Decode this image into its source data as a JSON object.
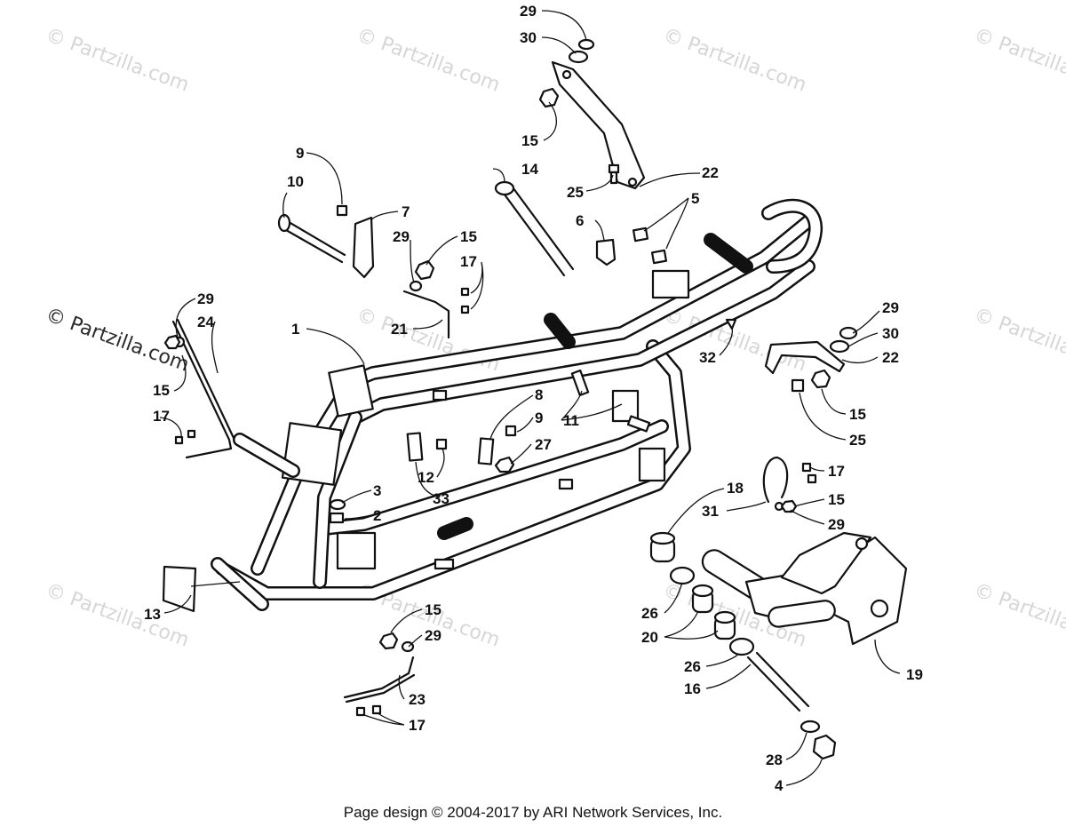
{
  "watermarks": [
    "© Partzilla.com"
  ],
  "primary_watermark": "© Partzilla.com",
  "footer": "Page design © 2004-2017 by ARI Network Services, Inc.",
  "callouts": {
    "c29a": "29",
    "c30a": "30",
    "c15a": "15",
    "c22a": "22",
    "c25a": "25",
    "c14": "14",
    "c9a": "9",
    "c10": "10",
    "c7": "7",
    "c6": "6",
    "c5": "5",
    "c29b": "29",
    "c15b": "15",
    "c17a": "17",
    "c21": "21",
    "c29c": "29",
    "c24": "24",
    "c15c": "15",
    "c17b": "17",
    "c1": "1",
    "c29d": "29",
    "c30b": "30",
    "c22b": "22",
    "c32": "32",
    "c15d": "15",
    "c25b": "25",
    "c8": "8",
    "c9b": "9",
    "c27": "27",
    "c11": "11",
    "c12": "12",
    "c33": "33",
    "c3": "3",
    "c2": "2",
    "c13": "13",
    "c18": "18",
    "c31": "31",
    "c17c": "17",
    "c15e": "15",
    "c29e": "29",
    "c26a": "26",
    "c20": "20",
    "c26b": "26",
    "c16": "16",
    "c19": "19",
    "c28": "28",
    "c4": "4",
    "c15f": "15",
    "c29f": "29",
    "c23": "23",
    "c17d": "17"
  }
}
